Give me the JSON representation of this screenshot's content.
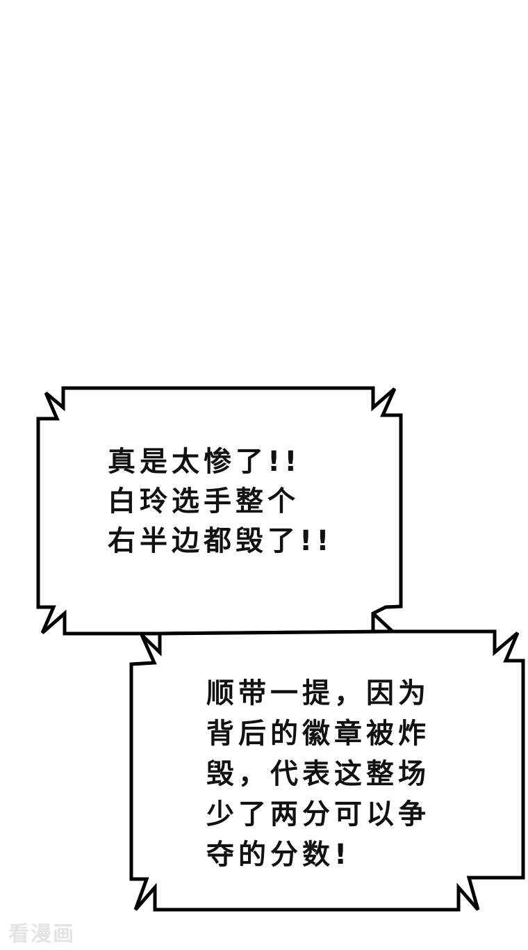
{
  "page": {
    "background": "#ffffff",
    "type": "comic-panel"
  },
  "bubbles": [
    {
      "id": "speech-bubble-1",
      "lines": [
        "真是太惨了!!",
        "白玲选手整个",
        "右半边都毁了!!"
      ]
    },
    {
      "id": "speech-bubble-2",
      "lines": [
        "顺带一提，因为",
        "背后的徽章被炸",
        "毁，代表这整场",
        "少了两分可以争",
        "夺的分数!"
      ]
    }
  ],
  "watermark": {
    "text": "看漫画"
  },
  "colors": {
    "outline": "#000000",
    "text": "#111111",
    "watermark": "#e4e4e4"
  }
}
